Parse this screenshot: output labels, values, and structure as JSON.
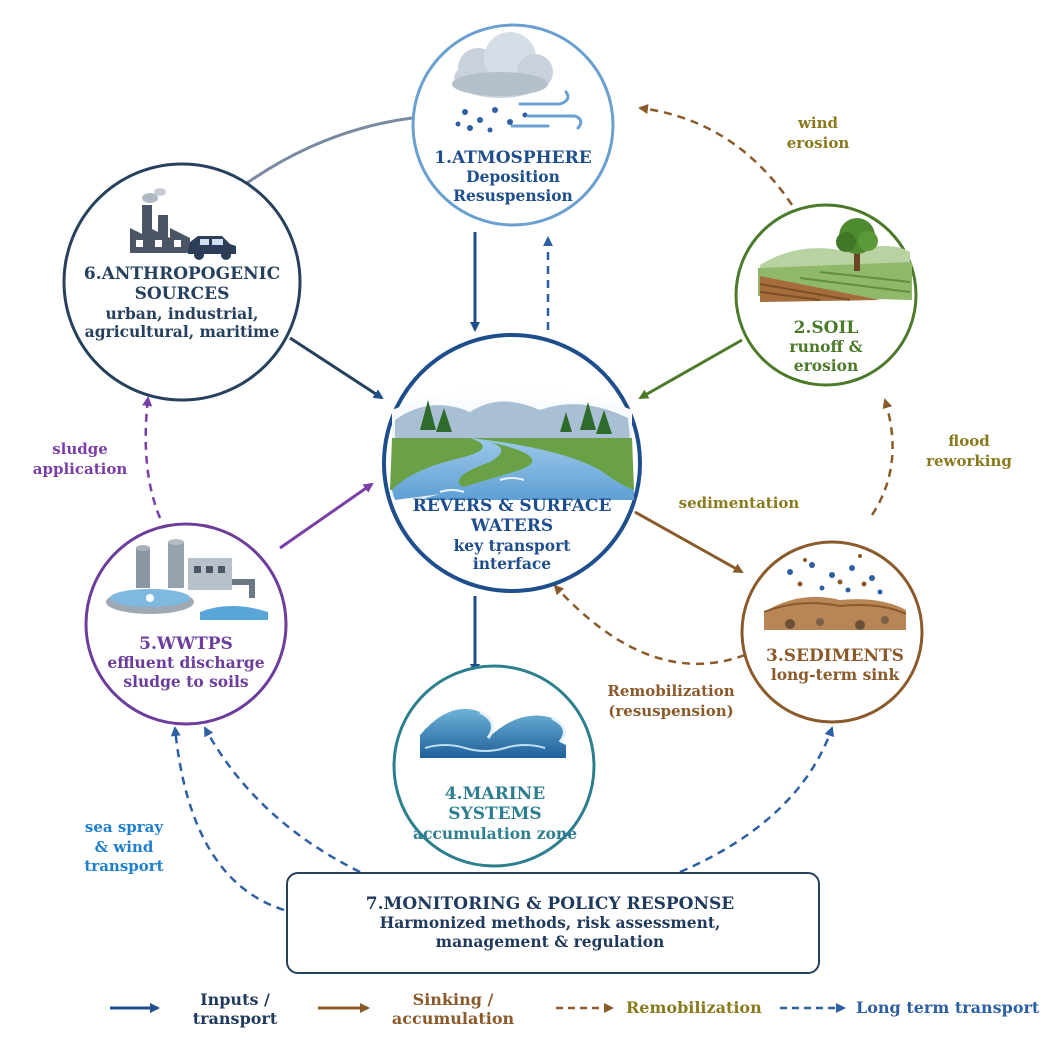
{
  "nodes": {
    "atmosphere": {
      "title": "1.ATMOSPHERE",
      "line1": "Deposition",
      "line2": "Resuspension"
    },
    "soil": {
      "title": "2.SOIL",
      "line1": "runoff &",
      "line2": "erosion"
    },
    "sediments": {
      "title": "3.SEDIMENTS",
      "line1": "long-term sink"
    },
    "marine": {
      "title": "4.MARINE SYSTEMS",
      "line1": "accumulation zone"
    },
    "wwtps": {
      "title": "5.WWTPS",
      "line1": "effluent discharge",
      "line2": "sludge to soils"
    },
    "anthropogenic": {
      "title": "6.ANTHROPOGENIC",
      "title2": "SOURCES",
      "line1": "urban, industrial,",
      "line2": "agricultural, maritime"
    },
    "rivers": {
      "title": "REVERS & SURFACE",
      "title2": "WATERS",
      "line1": "key tŗansport",
      "line2": "interface"
    }
  },
  "monitoring": {
    "title": "7.MONITORING & POLICY RESPONSE",
    "line1": "Harmonized methods, risk assessment,",
    "line2": "management & regulation"
  },
  "edge_labels": {
    "wind_erosion_1": "wind",
    "wind_erosion_2": "erosion",
    "flood_1": "flood",
    "flood_2": "reworking",
    "sedimentation": "sedimentation",
    "remob_1": "Remobilization",
    "remob_2": "(resuspension)",
    "sludge_1": "sludge",
    "sludge_2": "application",
    "spray_1": "sea spray",
    "spray_2": "& wind",
    "spray_3": "transport"
  },
  "legend": {
    "inputs_1": "Inputs /",
    "inputs_2": "transport",
    "sinking_1": "Sinking /",
    "sinking_2": "accumulation",
    "remobilization": "Remobilization",
    "long_term": "Long term transport"
  },
  "colors": {
    "inputs": "#1f4e8c",
    "sinking": "#8a5a2b",
    "remobilization": "#8a5a2b",
    "long_term": "#2e5fa3",
    "atmosphere": "#6a9fd0",
    "soil": "#4c7a2a",
    "sediments": "#8a5a2b",
    "marine": "#2d7f8f",
    "wwtps": "#6c3d9a",
    "anthropogenic": "#26405e",
    "rivers": "#1f4e8c",
    "label_olive": "#8a7a1e",
    "label_purple": "#7a3fa6",
    "label_brown": "#8a5a2b",
    "label_blue": "#1e7fcf"
  },
  "icons": [
    "cloud-icon",
    "wind-icon",
    "factory-icon",
    "car-icon",
    "tree-icon",
    "field-icon",
    "river-icon",
    "sediment-icon",
    "wave-icon",
    "treatment-plant-icon",
    "clipboard-chart-icon",
    "shield-check-icon"
  ]
}
